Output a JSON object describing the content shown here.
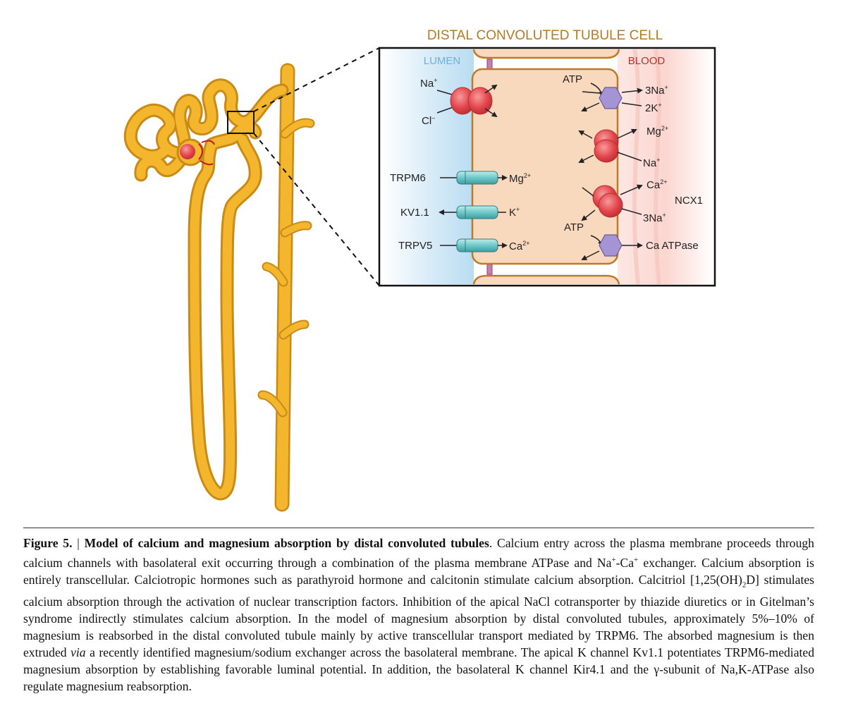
{
  "diagram": {
    "title": "DISTAL CONVOLUTED TUBULE CELL",
    "lumen_label": "LUMEN",
    "blood_label": "BLOOD",
    "apical": {
      "nacl_na": "Na",
      "nacl_na_sup": "+",
      "nacl_cl": "Cl",
      "nacl_cl_sup": "–",
      "trpm6_label": "TRPM6",
      "trpm6_ion": "Mg",
      "trpm6_ion_sup": "2+",
      "kv11_label": "KV1.1",
      "kv11_ion": "K",
      "kv11_ion_sup": "+",
      "trpv5_label": "TRPV5",
      "trpv5_ion": "Ca",
      "trpv5_ion_sup": "2+"
    },
    "basolateral": {
      "pump_atp": "ATP",
      "pump_na": "3Na",
      "pump_na_sup": "+",
      "pump_k": "2K",
      "pump_k_sup": "+",
      "mgna_mg": "Mg",
      "mgna_mg_sup": "2+",
      "mgna_na": "Na",
      "mgna_na_sup": "+",
      "ncx_ca": "Ca",
      "ncx_ca_sup": "2+",
      "ncx_label": "NCX1",
      "ncx_na": "3Na",
      "ncx_na_sup": "+",
      "caatpase_atp": "ATP",
      "caatpase_label": "Ca ATPase"
    },
    "colors": {
      "tubule": "#f3b62d",
      "tubule_outline": "#c98a16",
      "cell_fill": "#f9d9bd",
      "cell_border": "#c07a26",
      "title_color": "#b47a23",
      "lumen_color": "#6fb1d9",
      "blood_color": "#b3342c",
      "transporter_red": "#e2454b",
      "pump_purple": "#a594d3",
      "channel_teal": "#6ec8c9"
    }
  },
  "caption": {
    "figure_label": "Figure 5.",
    "separator": "|",
    "bold_title": "Model of calcium and magnesium absorption by distal convoluted tubules",
    "s1a": ". Calcium entry across the plasma membrane proceeds through calcium channels with basolateral exit occurring through a combination of the plasma membrane ATPase and Na",
    "s1a_sup": "+",
    "s1b": "-Ca",
    "s1b_sup": "+",
    "s1c": " exchanger. Calcium absorption is entirely transcellular. Calciotropic hormones such as parathyroid hormone and calcitonin stimulate calcium absorption. Calcitriol [1,25(OH)",
    "s1c_sub": "2",
    "s1d": "D] stimulates calcium absorption through the activation of nuclear transcription factors. Inhibition of the apical NaCl cotransporter by thiazide diuretics or in Gitelman’s syndrome indirectly stimulates calcium absorption. In the model of magnesium absorption by distal convoluted tubules, approximately 5%–10% of magnesium is reabsorbed in the distal convoluted tubule mainly by active transcellular transport mediated by TRPM6. The absorbed magnesium is then extruded ",
    "s1d_italic": "via",
    "s1e": " a recently identified magnesium/sodium exchanger across the basolateral membrane. The apical K channel Kv1.1 potentiates TRPM6-mediated magnesium absorption by establishing favorable luminal potential. In addition, the basolateral K channel Kir4.1 and the γ-subunit of Na,K-ATPase also regulate magnesium reabsorption."
  }
}
